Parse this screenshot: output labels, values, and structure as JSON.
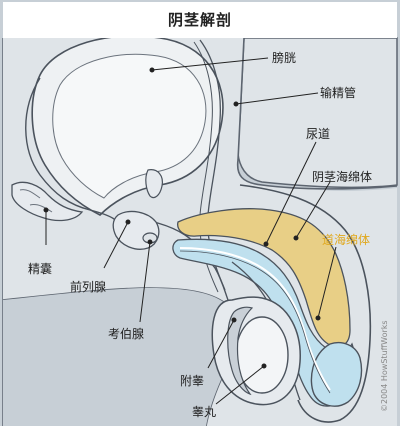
{
  "title": "阴茎解剖",
  "labels": {
    "bladder": "膀胱",
    "vas_deferens": "输精管",
    "urethra": "尿道",
    "corpus_cavernosum": "阴茎海绵体",
    "corpus_spongiosum": "道海绵体",
    "seminal_vesicle": "精囊",
    "prostate": "前列腺",
    "cowper_gland": "考伯腺",
    "epididymis": "附睾",
    "testis": "睾丸"
  },
  "credit": "©2004 HowStuffWorks",
  "colors": {
    "frame_bg": "#c7cfd6",
    "body_fill": "#dfe4e8",
    "organ_fill": "#e9edf0",
    "erectile_yellow": "#e8cf86",
    "spongiosum_blue": "#bfe0ee",
    "label_yellow": "#e0a81c"
  }
}
